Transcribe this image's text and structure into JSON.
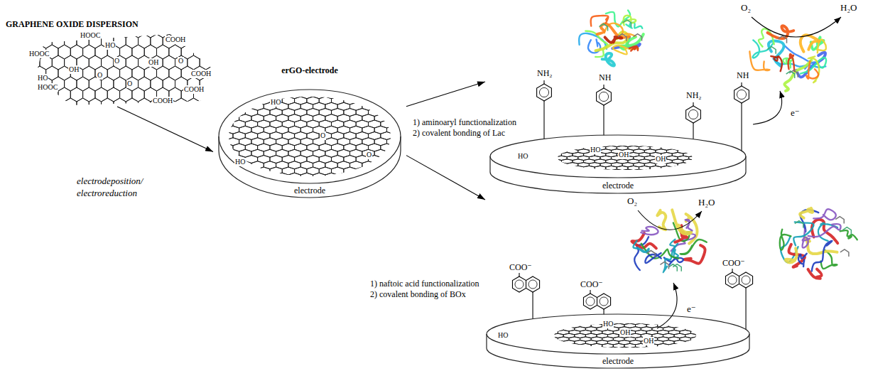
{
  "diagram": {
    "nodes": [
      {
        "text": [
          "GRAPHENE OXIDE DISPERSION"
        ]
      },
      {
        "text": [
          "erGO-electrode",
          "electrode"
        ]
      },
      {
        "text": [
          "electrode"
        ]
      },
      {
        "text": [
          "electrode"
        ]
      }
    ],
    "edges": [
      {
        "from": 0,
        "to": 1,
        "arrow": "to",
        "label": "electrodeposition/ electroreduction"
      },
      {
        "from": 1,
        "to": 2,
        "arrow": "to"
      },
      {
        "from": 1,
        "to": 3,
        "arrow": "to"
      }
    ],
    "labels": [
      "HOOC",
      "HO",
      "COOH",
      "HOOC",
      "O",
      "OH",
      "OH",
      "O",
      "O",
      "COOH",
      "HO",
      "HOOC",
      "O",
      "COOH",
      "COOH",
      "HO",
      "O",
      "O",
      "HO",
      "1) aminoaryl functionalization",
      "2) covalent bonding of Lac",
      "1) naftoic acid functionalization",
      "2) covalent bonding of BOx",
      "NH₂",
      "NH",
      "NH₂",
      "NH",
      "HO",
      "HO",
      "OH",
      "OH",
      "O₂",
      "H₂O",
      "e⁻",
      "COO⁻",
      "COO⁻",
      "COO⁻",
      "HO",
      "HO",
      "OH",
      "OH",
      "O₂",
      "H₂O",
      "e⁻"
    ]
  }
}
